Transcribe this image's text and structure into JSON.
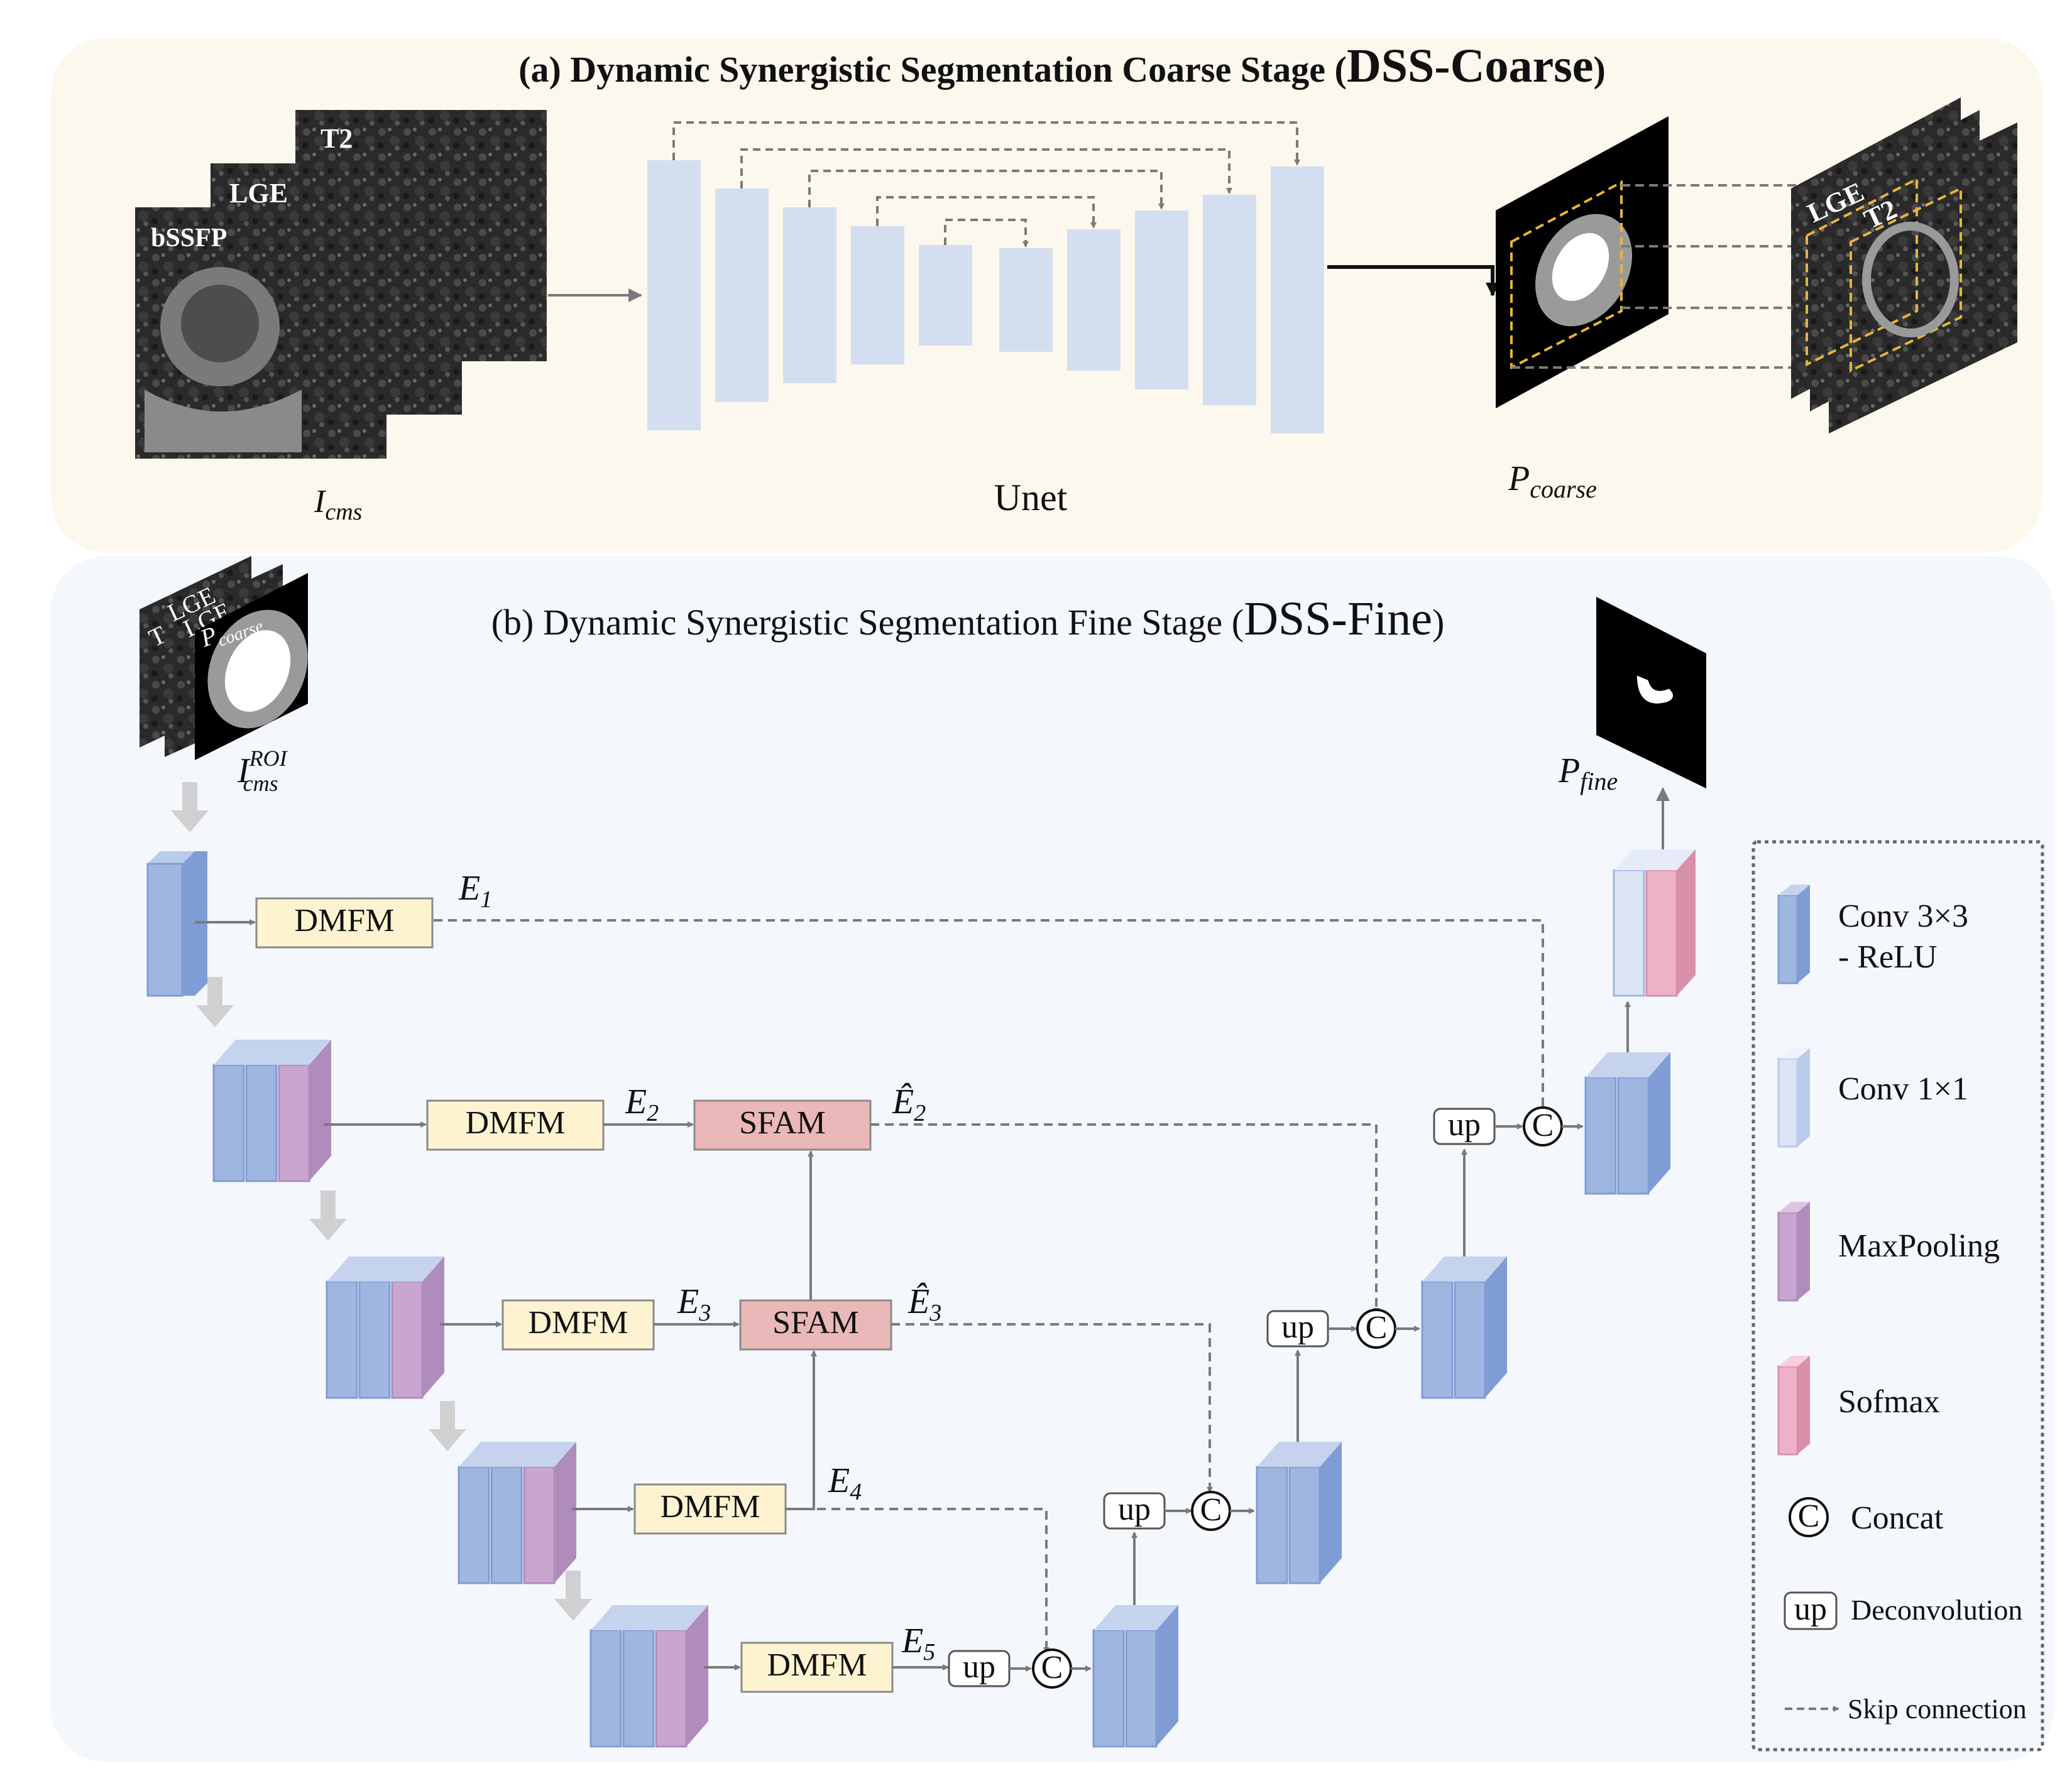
{
  "panel_a": {
    "title_prefix": "(a) Dynamic Synergistic Segmentation Coarse Stage (",
    "title_abbrev": "DSS-Coarse",
    "title_suffix": ")",
    "input_labels": [
      "T2",
      "LGE",
      "bSSFP"
    ],
    "input_symbol": "I",
    "input_sub": "cms",
    "network_label": "Unet",
    "output_symbol": "P",
    "output_sub": "coarse",
    "roi_labels": [
      "LGE",
      "T2"
    ]
  },
  "panel_b": {
    "title_prefix": "(b) Dynamic Synergistic Segmentation Fine Stage (",
    "title_abbrev": "DSS-Fine",
    "title_suffix": ")",
    "input_labels": [
      "T",
      "LGE",
      "LGE"
    ],
    "input_overlay_symbol": "P",
    "input_overlay_sub": "coarse",
    "input_symbol": "I",
    "input_sup": "ROI",
    "input_sub": "cms",
    "output_symbol": "P",
    "output_sub": "fine",
    "dmfm_label": "DMFM",
    "sfam_label": "SFAM",
    "up_label": "up",
    "concat_symbol": "C",
    "features": {
      "e1": {
        "sym": "E",
        "sub": "1"
      },
      "e2": {
        "sym": "E",
        "sub": "2"
      },
      "e3": {
        "sym": "E",
        "sub": "3"
      },
      "e4": {
        "sym": "E",
        "sub": "4"
      },
      "e5": {
        "sym": "E",
        "sub": "5"
      },
      "e2hat": {
        "sym": "Ê",
        "sub": "2"
      },
      "e3hat": {
        "sym": "Ê",
        "sub": "3"
      }
    }
  },
  "legend": {
    "conv3": [
      "Conv 3×3",
      "- ReLU"
    ],
    "conv1": "Conv 1×1",
    "maxpool": "MaxPooling",
    "softmax": "Sofmax",
    "concat": "Concat",
    "deconv": "Deconvolution",
    "skip": "Skip connection"
  },
  "colors": {
    "panel_a_bg": "#fcf8ee",
    "panel_b_bg": "#f4f7fc",
    "unet_block": "#d3dff0",
    "conv3": "#9fb7e0",
    "conv1": "#dbe4f5",
    "maxpool": "#c9a6d0",
    "softmax": "#eeb2c8",
    "dmfm": "#fdf3d1",
    "sfam": "#eab8b8",
    "roi_box": "#e7b53a",
    "arrow": "#808080",
    "down_arrow": "#d0d0d0"
  }
}
